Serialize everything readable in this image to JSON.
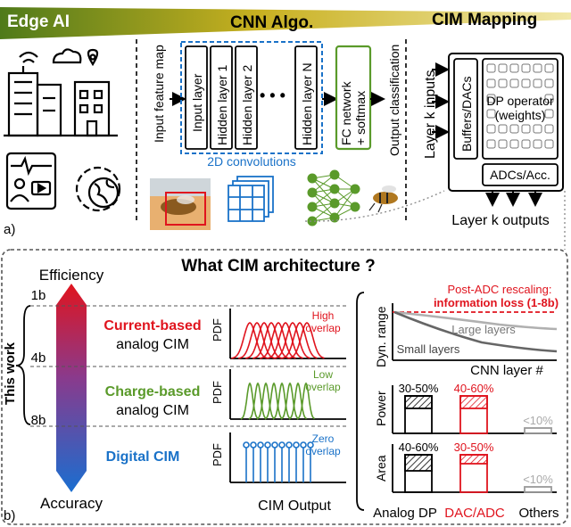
{
  "header": {
    "edge_ai": "Edge AI",
    "cnn_algo": "CNN Algo.",
    "cim_mapping": "CIM Mapping"
  },
  "panel_a": {
    "label": "a)",
    "input_feature_map": "Input feature map",
    "layers": [
      "Input layer",
      "Hidden layer 1",
      "Hidden layer 2",
      "Hidden layer N"
    ],
    "dots": "• • •",
    "convolutions": "2D convolutions",
    "fc_network": "FC network",
    "softmax": "+ softmax",
    "output_classification": "Output classification",
    "layer_k_inputs": "Layer k inputs",
    "buffers": "Buffers/DACs",
    "dp_operator": "DP operator",
    "weights": "(weights)",
    "adcs": "ADCs/Acc.",
    "layer_k_outputs": "Layer k outputs"
  },
  "panel_b": {
    "label": "b)",
    "title": "What CIM architecture ?",
    "efficiency": "Efficiency",
    "accuracy": "Accuracy",
    "this_work": "This work",
    "bits": [
      "1b",
      "4b",
      "8b"
    ],
    "current_based": "Current-based",
    "charge_based": "Charge-based",
    "analog_cim": "analog CIM",
    "digital_cim": "Digital CIM",
    "pdf": "PDF",
    "high_overlap": [
      "High",
      "overlap"
    ],
    "low_overlap": [
      "Low",
      "overlap"
    ],
    "zero_overlap": [
      "Zero",
      "overlap"
    ],
    "cim_output": "CIM Output",
    "post_adc": "Post-ADC rescaling:",
    "info_loss": "information loss (1-8b)",
    "dyn_range": "Dyn. range",
    "large_layers": "Large layers",
    "small_layers": "Small layers",
    "cnn_layer": "CNN layer #",
    "power": "Power",
    "area": "Area",
    "power_pcts": [
      "30-50%",
      "40-60%",
      "<10%"
    ],
    "area_pcts": [
      "40-60%",
      "30-50%",
      "<10%"
    ],
    "analog_dp": "Analog DP",
    "dac_adc": "DAC/ADC",
    "others": "Others"
  },
  "colors": {
    "red": "#e0141e",
    "green": "#5a9a2a",
    "blue": "#1a72c8",
    "olive": "#6b7a2a",
    "gray": "#999999"
  }
}
